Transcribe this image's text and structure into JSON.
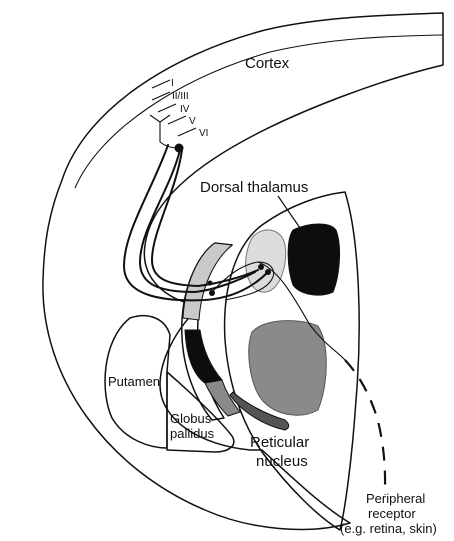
{
  "labels": {
    "cortex": "Cortex",
    "layer_i": "I",
    "layer_ii_iii": "II/III",
    "layer_iv": "IV",
    "layer_v": "V",
    "layer_vi": "VI",
    "dorsal_thalamus": "Dorsal thalamus",
    "putamen": "Putamen",
    "globus_pallidus_line1": "Globus",
    "globus_pallidus_line2": "pallidus",
    "reticular_line1": "Reticular",
    "reticular_line2": "nucleus",
    "peripheral_line1": "Peripheral",
    "peripheral_line2": "receptor",
    "peripheral_line3": "(e.g. retina, skin)"
  },
  "colors": {
    "ink": "#111111",
    "dark_fill": "#0d0d0d",
    "mid_gray": "#8a8a8a",
    "light_gray": "#c9c9c9",
    "pale_gray": "#dcdcdc",
    "background": "#ffffff"
  }
}
